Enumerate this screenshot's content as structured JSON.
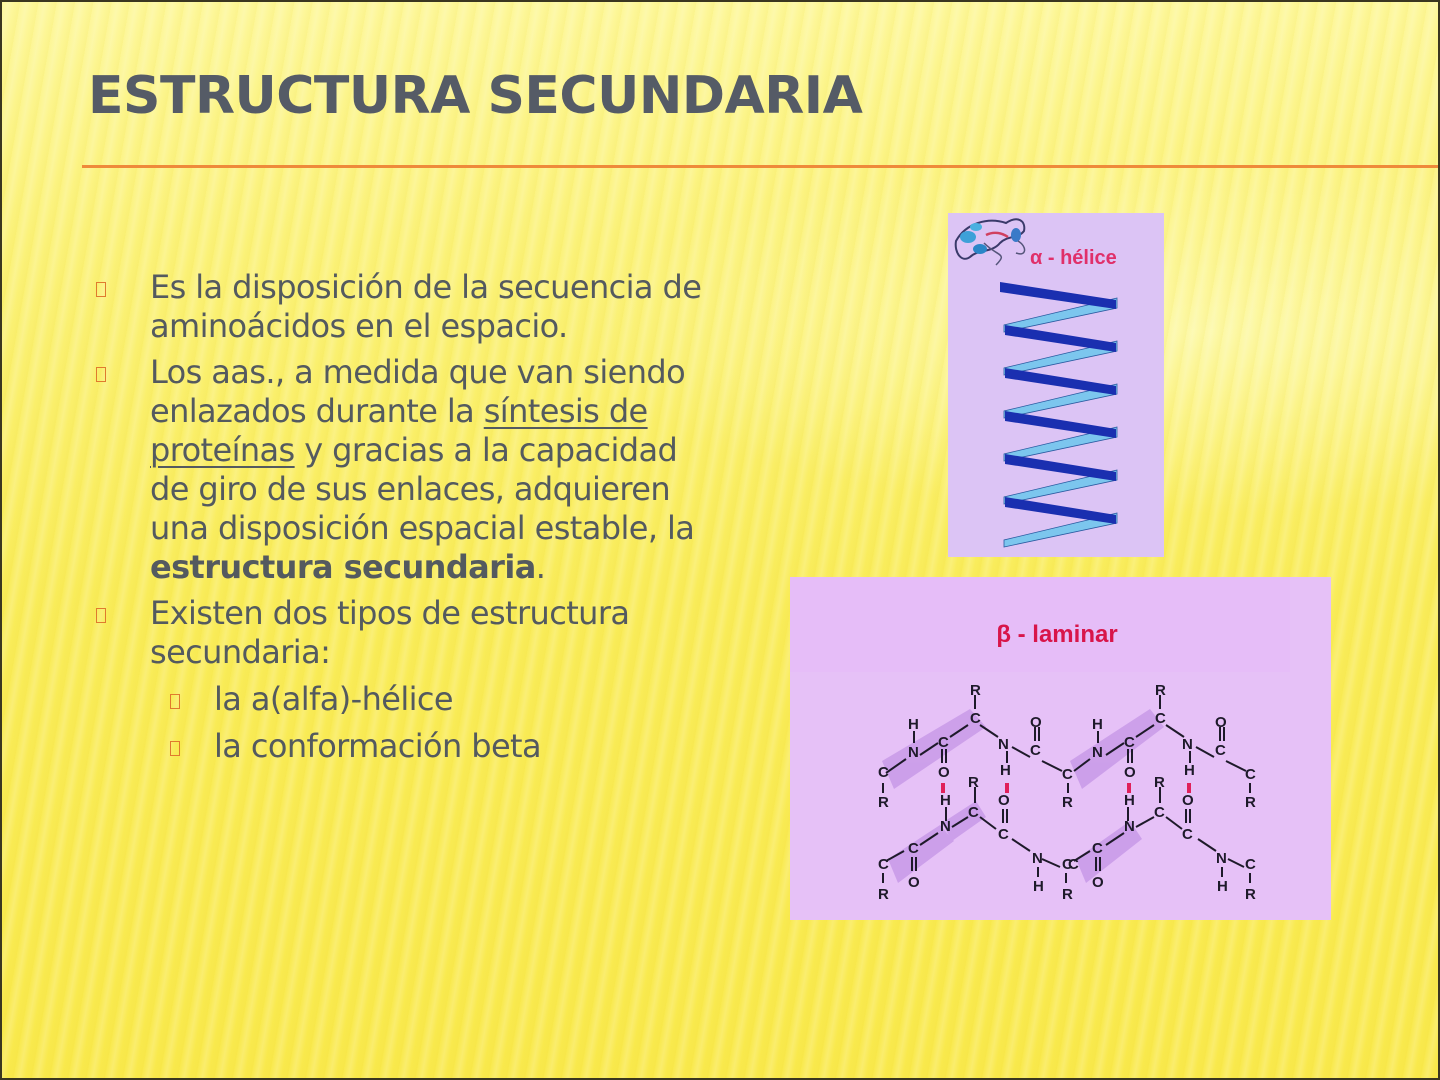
{
  "slide": {
    "title": "ESTRUCTURA SECUNDARIA",
    "colors": {
      "title": "#555b66",
      "rule": "#ef8a3a",
      "bullet": "#e07a2e",
      "body_text": "#545a5f",
      "background": "#fbee62"
    },
    "bullets": [
      {
        "icon": "missing-glyph-square",
        "text": "Es la disposición de la secuencia de aminoácidos en el espacio."
      },
      {
        "icon": "missing-glyph-square",
        "text_before": "Los aas., a medida que van siendo enlazados durante la ",
        "link_text": "síntesis de proteínas",
        "text_middle": " y gracias a la capacidad de giro de sus enlaces, adquieren una disposición espacial estable, la ",
        "bold_text": "estructura secundaria",
        "text_after": "."
      },
      {
        "icon": "missing-glyph-square",
        "text": "Existen dos tipos de estructura secundaria:",
        "sub_items": [
          {
            "icon": "missing-glyph-square",
            "text": "la a(alfa)-hélice"
          },
          {
            "icon": "missing-glyph-square",
            "text": "la conformación beta"
          }
        ]
      }
    ]
  },
  "figures": {
    "alpha_helix": {
      "label": "α - hélice",
      "label_color": "#e0306a",
      "background": "#dcc4f5",
      "front_strand_color": "#1a2fb0",
      "back_strand_color": "#7cc6ee"
    },
    "beta_sheet": {
      "label": "β - laminar",
      "label_color": "#d8154a",
      "background": "#e6c1f7",
      "highlight_color": "#c89ae8",
      "hbond_color": "#e0205a"
    }
  }
}
